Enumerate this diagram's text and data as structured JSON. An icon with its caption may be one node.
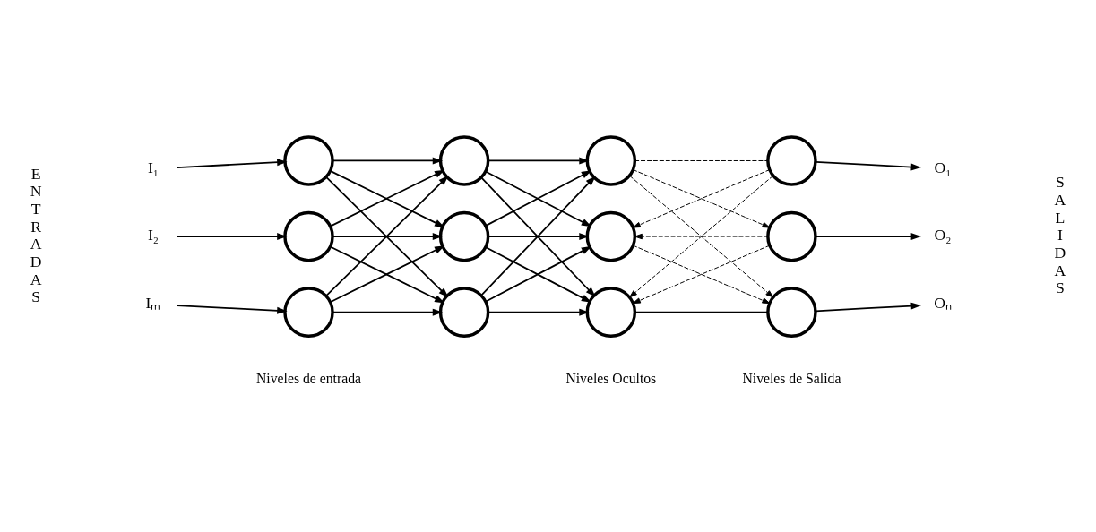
{
  "diagram": {
    "nodes": [
      {
        "text": [
          "I₁"
        ]
      },
      {
        "text": [
          "I₂"
        ]
      },
      {
        "text": [
          "Iₘ"
        ]
      },
      {
        "text": [],
        "shape": "circle"
      },
      {
        "text": [],
        "shape": "circle"
      },
      {
        "text": [],
        "shape": "circle"
      },
      {
        "text": [],
        "shape": "circle"
      },
      {
        "text": [],
        "shape": "circle"
      },
      {
        "text": [],
        "shape": "circle"
      },
      {
        "text": [],
        "shape": "circle"
      },
      {
        "text": [],
        "shape": "circle"
      },
      {
        "text": [],
        "shape": "circle"
      },
      {
        "text": [],
        "shape": "circle"
      },
      {
        "text": [],
        "shape": "circle"
      },
      {
        "text": [],
        "shape": "circle"
      },
      {
        "text": [
          "O₁"
        ]
      },
      {
        "text": [
          "O₂"
        ]
      },
      {
        "text": [
          "Oₙ"
        ]
      }
    ],
    "edges": [
      {
        "from": 0,
        "to": 3,
        "arrow": "to"
      },
      {
        "from": 1,
        "to": 4,
        "arrow": "to"
      },
      {
        "from": 2,
        "to": 5,
        "arrow": "to"
      },
      {
        "from": 3,
        "to": 6,
        "arrow": "to"
      },
      {
        "from": 3,
        "to": 7,
        "arrow": "to"
      },
      {
        "from": 3,
        "to": 8,
        "arrow": "to"
      },
      {
        "from": 4,
        "to": 6,
        "arrow": "to"
      },
      {
        "from": 4,
        "to": 7,
        "arrow": "to"
      },
      {
        "from": 4,
        "to": 8,
        "arrow": "to"
      },
      {
        "from": 5,
        "to": 6,
        "arrow": "to"
      },
      {
        "from": 5,
        "to": 7,
        "arrow": "to"
      },
      {
        "from": 5,
        "to": 8,
        "arrow": "to"
      },
      {
        "from": 6,
        "to": 9,
        "arrow": "to"
      },
      {
        "from": 6,
        "to": 10,
        "arrow": "to"
      },
      {
        "from": 6,
        "to": 11,
        "arrow": "to"
      },
      {
        "from": 7,
        "to": 9,
        "arrow": "to"
      },
      {
        "from": 7,
        "to": 10,
        "arrow": "to"
      },
      {
        "from": 7,
        "to": 11,
        "arrow": "to"
      },
      {
        "from": 8,
        "to": 9,
        "arrow": "to"
      },
      {
        "from": 8,
        "to": 10,
        "arrow": "to"
      },
      {
        "from": 8,
        "to": 11,
        "arrow": "to"
      },
      {
        "from": 9,
        "to": 12,
        "arrow": "none",
        "style": "dashed"
      },
      {
        "from": 9,
        "to": 13,
        "arrow": "to",
        "style": "dashed"
      },
      {
        "from": 9,
        "to": 14,
        "arrow": "to",
        "style": "dashed"
      },
      {
        "from": 12,
        "to": 10,
        "arrow": "to",
        "style": "dashed"
      },
      {
        "from": 13,
        "to": 10,
        "arrow": "to",
        "style": "dashed"
      },
      {
        "from": 10,
        "to": 14,
        "arrow": "to",
        "style": "dashed"
      },
      {
        "from": 12,
        "to": 11,
        "arrow": "to",
        "style": "dashed"
      },
      {
        "from": 13,
        "to": 11,
        "arrow": "to",
        "style": "dashed"
      },
      {
        "from": 11,
        "to": 14,
        "arrow": "none"
      },
      {
        "from": 12,
        "to": 15,
        "arrow": "to"
      },
      {
        "from": 13,
        "to": 16,
        "arrow": "to"
      },
      {
        "from": 14,
        "to": 17,
        "arrow": "to"
      }
    ],
    "labels": [
      "ENTRADAS",
      "SALIDAS",
      "Niveles de entrada",
      "Niveles Ocultos",
      "Niveles de Salida"
    ]
  }
}
